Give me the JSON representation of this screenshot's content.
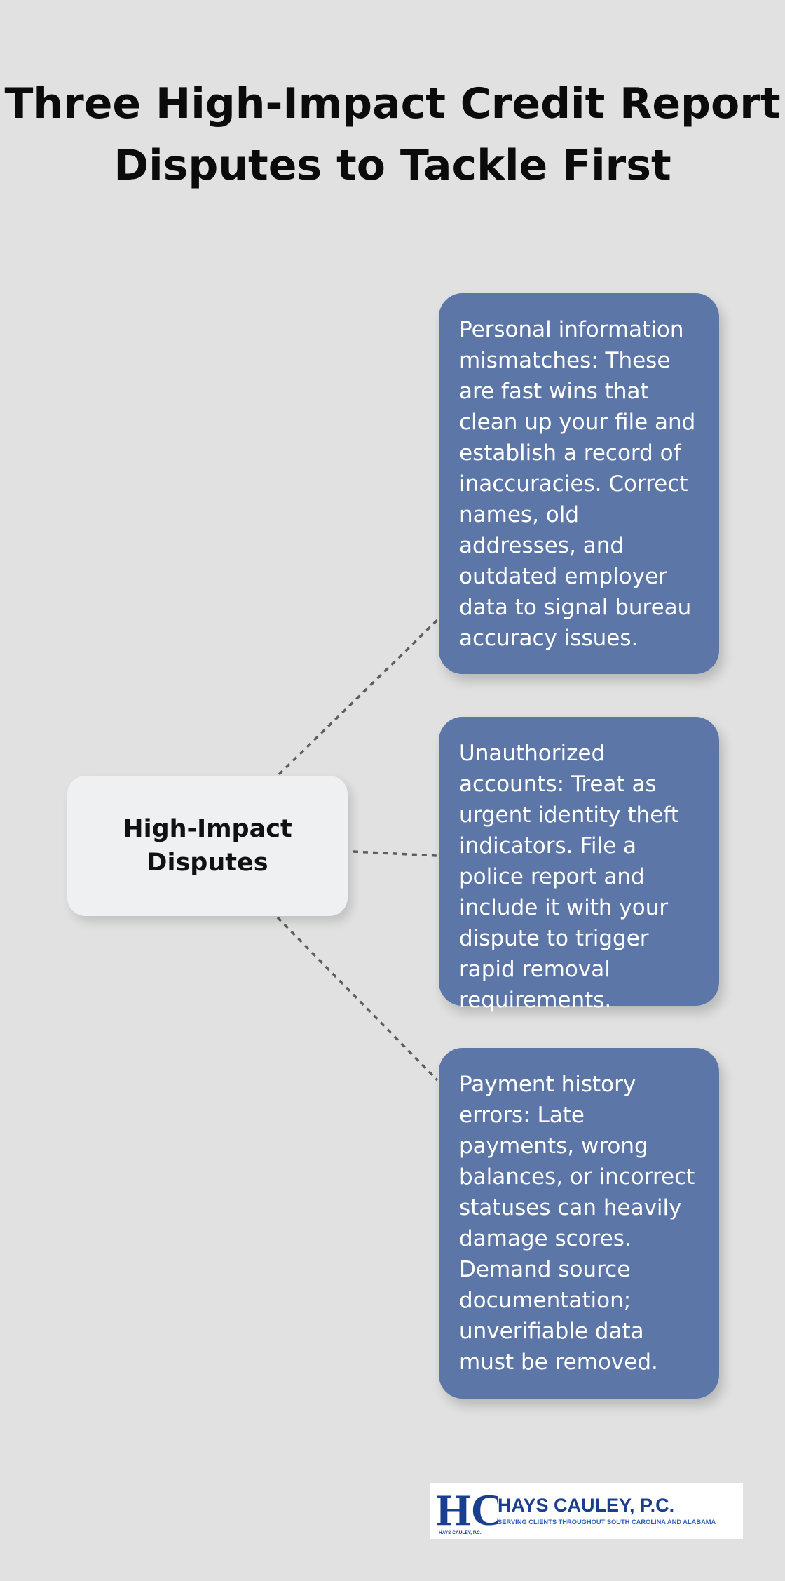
{
  "title": "Three High-Impact Credit Report Disputes to Tackle First",
  "hub": {
    "label": "High-Impact Disputes"
  },
  "cards": [
    {
      "text": "Personal information mismatches: These are fast wins that clean up your file and establish a record of inaccuracies. Correct names, old addresses, and outdated employer data to signal bureau accuracy issues."
    },
    {
      "text": "Unauthorized accounts: Treat as urgent identity theft indicators. File a police report and include it with your dispute to trigger rapid removal requirements."
    },
    {
      "text": "Payment history errors: Late payments, wrong balances, or incorrect statuses can heavily damage scores. Demand source documentation; unverifiable data must be removed."
    }
  ],
  "logo": {
    "name": "HAYS CAULEY, P.C.",
    "tagline": "SERVING CLIENTS THROUGHOUT SOUTH CAROLINA AND ALABAMA",
    "small_text": "HAYS CAULEY, P.C.",
    "monogram": "HC"
  },
  "colors": {
    "background": "#e0e1e0",
    "card": "#5c76a8",
    "hub": "#eff0f2",
    "connector": "#5e5e5e",
    "brand": "#1b3f8f"
  }
}
